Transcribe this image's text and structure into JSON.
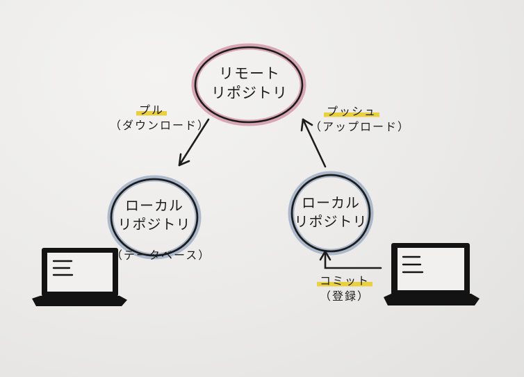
{
  "nodes": {
    "remote": {
      "line1": "リモート",
      "line2": "リポジトリ",
      "outline_color": "#c26a82"
    },
    "local_left": {
      "line1": "ローカル",
      "line2": "リポジトリ",
      "note": "（データベース）",
      "outline_color": "#8fa2bd"
    },
    "local_right": {
      "line1": "ローカル",
      "line2": "リポジトリ",
      "outline_color": "#8fa2bd"
    }
  },
  "edges": {
    "pull": {
      "label": "プル",
      "note": "（ダウンロード）"
    },
    "push": {
      "label": "プッシュ",
      "note": "（アップロード）"
    },
    "commit": {
      "label": "コミット",
      "note": "（登録）"
    }
  },
  "colors": {
    "highlight": "#e9d040",
    "ink": "#1c1c1c"
  },
  "icons": [
    "laptop-icon",
    "laptop-icon"
  ]
}
